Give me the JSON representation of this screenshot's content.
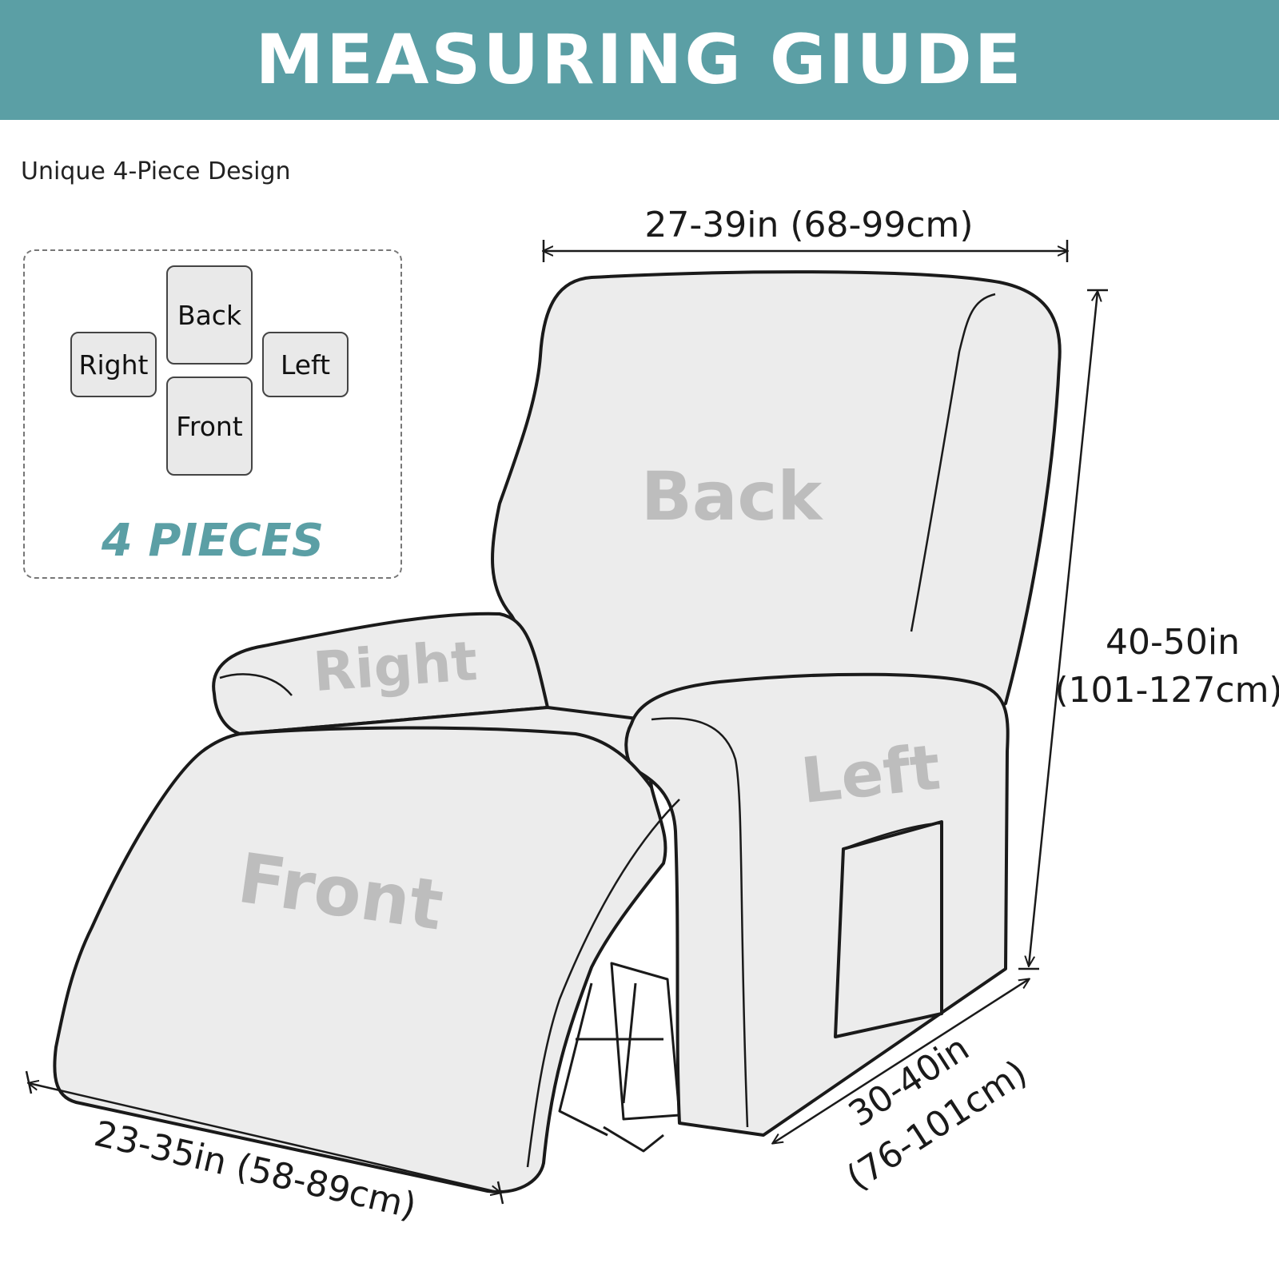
{
  "header": {
    "title": "MEASURING GIUDE",
    "background": "#5b9fa5"
  },
  "subtitle": "Unique 4-Piece Design",
  "pieces": {
    "back": "Back",
    "right": "Right",
    "left": "Left",
    "front": "Front",
    "count_label": "4 PIECES"
  },
  "chair": {
    "back": "Back",
    "right": "Right",
    "left": "Left",
    "front": "Front"
  },
  "dimensions": {
    "width": "27-39in (68-99cm)",
    "height_in": "40-50in",
    "height_cm": "(101-127cm)",
    "depth_in": "30-40in",
    "depth_cm": "(76-101cm)",
    "footrest": "23-35in (58-89cm)"
  },
  "colors": {
    "accent": "#5b9fa5",
    "piece_fill": "#e9e9e9",
    "outline": "#1a1a1a",
    "label_gray": "#bdbdbd"
  }
}
